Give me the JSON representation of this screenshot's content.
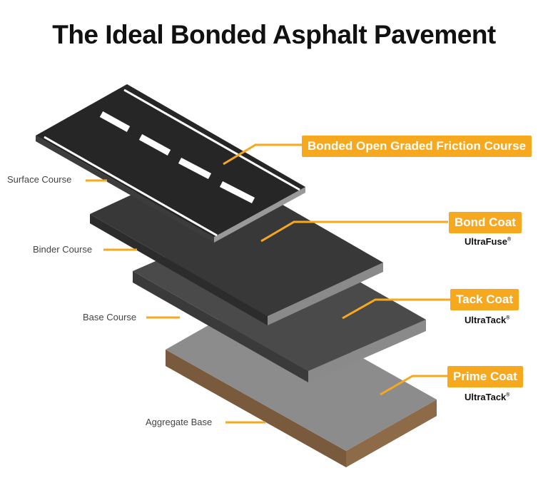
{
  "title": "The Ideal Bonded Asphalt Pavement",
  "layers_left": [
    "Surface Course",
    "Binder Course",
    "Base Course",
    "Aggregate Base"
  ],
  "callouts": [
    {
      "label": "Bonded Open Graded Friction Course",
      "brand": ""
    },
    {
      "label": "Bond Coat",
      "brand": "UltraFuse"
    },
    {
      "label": "Tack Coat",
      "brand": "UltraTack"
    },
    {
      "label": "Prime Coat",
      "brand": "UltraTack"
    }
  ],
  "registered_mark": "®",
  "colors": {
    "accent": "#f6a81e",
    "surface": "#262626",
    "binder": "#383838",
    "base": "#4a4a4a",
    "aggregate": "#8c8c8c",
    "soil": "#7a5a3c"
  }
}
